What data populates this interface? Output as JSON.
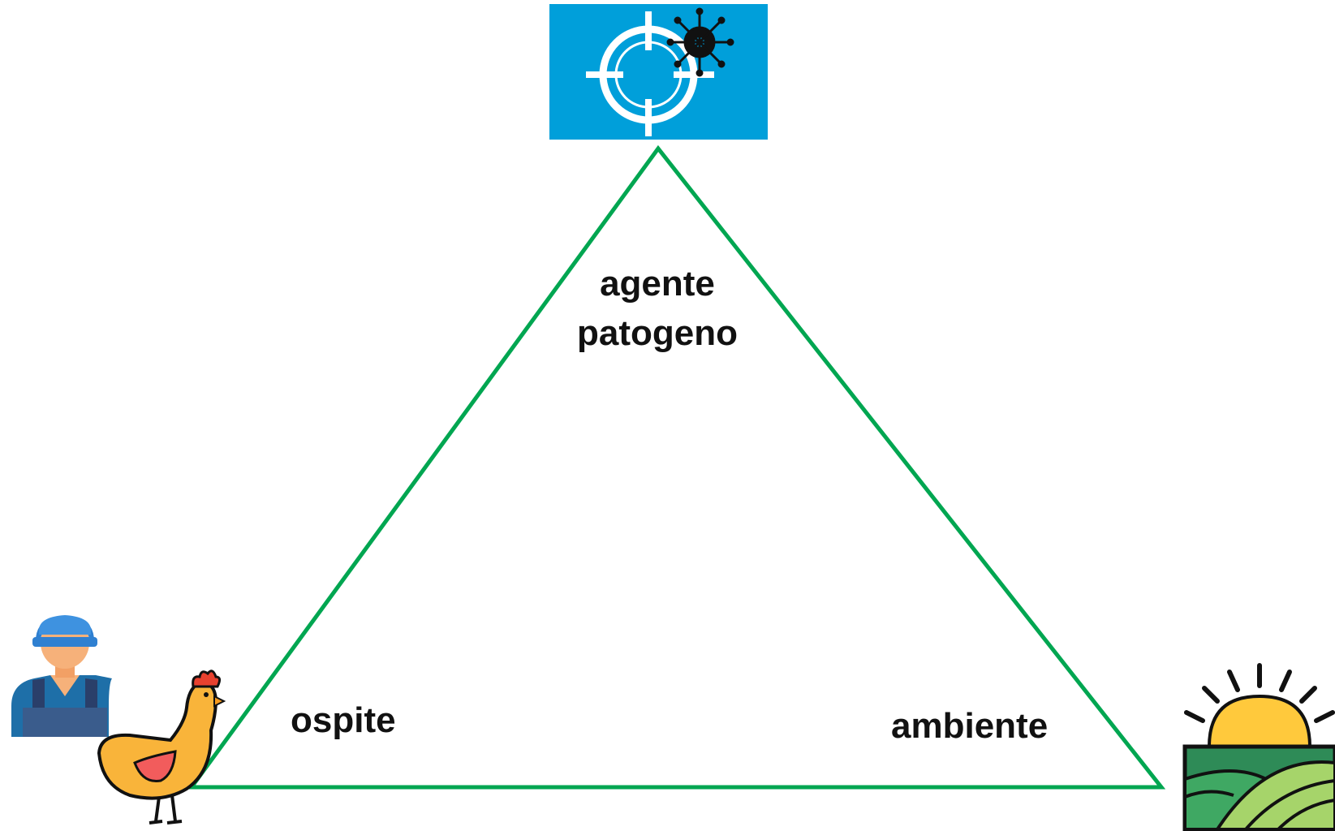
{
  "labels": {
    "agent_line1": "agente",
    "agent_line2": "patogeno",
    "host": "ospite",
    "environment": "ambiente"
  },
  "icons": {
    "top": "target-virus-icon",
    "left_person": "farmer-icon",
    "left_animal": "chicken-icon",
    "right": "sunrise-field-icon"
  },
  "colors": {
    "triangle": "#00A651",
    "icon_panel": "#009FDA",
    "text": "#111111"
  }
}
